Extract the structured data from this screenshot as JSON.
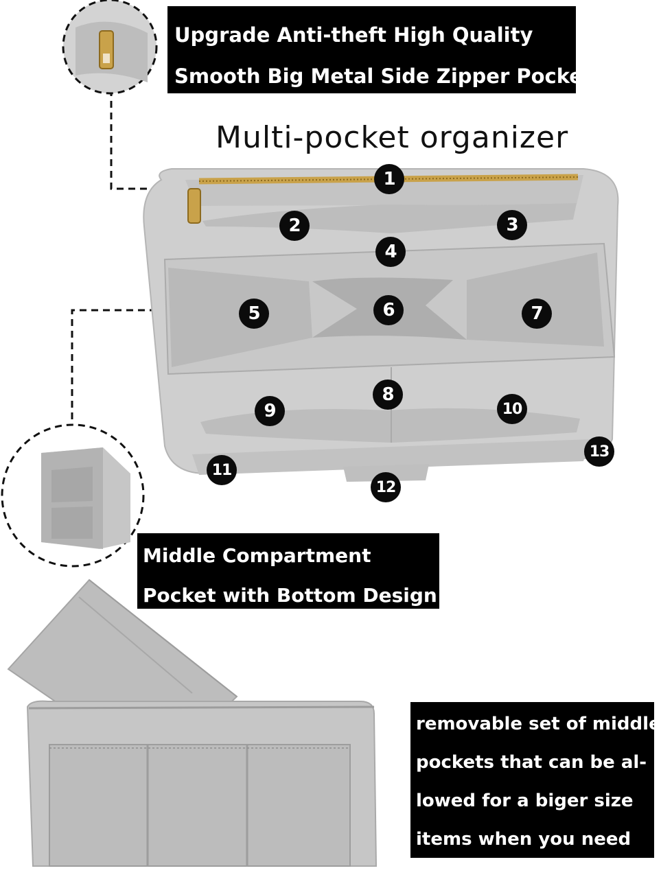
{
  "top_callout": {
    "line1": "Upgrade Anti-theft High Quality",
    "line2": "Smooth Big Metal Side Zipper Pocket"
  },
  "title": "Multi-pocket organizer",
  "middle_callout": {
    "line1": "Middle Compartment",
    "line2": "Pocket with Bottom Design"
  },
  "bottom_callout": {
    "line1": "removable set of middle",
    "line2": "pockets that can be al-",
    "line3": "lowed for a biger size",
    "line4": "items when you need"
  },
  "pocket_numbers": [
    "1",
    "2",
    "3",
    "4",
    "5",
    "6",
    "7",
    "8",
    "9",
    "10",
    "11",
    "12",
    "13"
  ],
  "colors": {
    "felt": "#c9c9c9",
    "felt_dark": "#a9a9a9",
    "zipper": "#c9a24a",
    "badge": "#0b0b0b",
    "callout_bg": "#000000",
    "callout_text": "#ffffff"
  }
}
